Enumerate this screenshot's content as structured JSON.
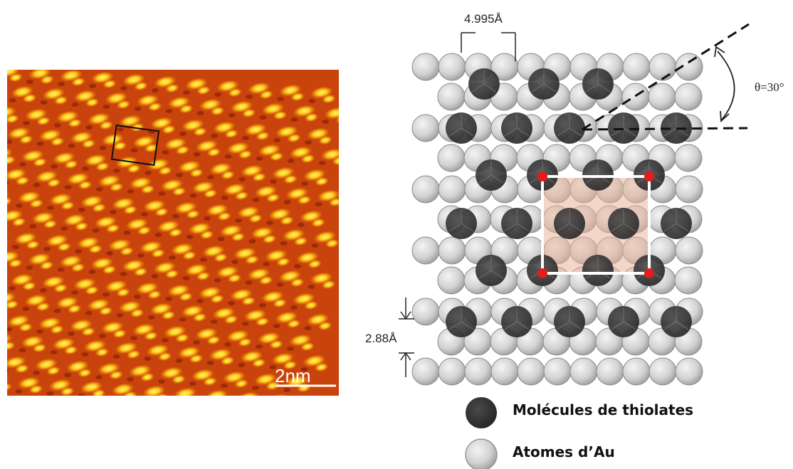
{
  "stm_image": {
    "scale_bar_label": "2nm",
    "colors": {
      "background": "#c4400a",
      "bright": "#ffd21a",
      "mid": "#f08a10",
      "dark": "#6a1400"
    }
  },
  "lattice_diagram": {
    "label_spacing_thiolate": "4.995Å",
    "label_spacing_au": "2.88Å",
    "label_angle": "θ=30°",
    "colors": {
      "au_atom": "#d6d6d6",
      "thiolate": "#3a3a3a",
      "unit_cell_fill": "#e8b49a",
      "unit_cell_corner": "#e51c1c",
      "unit_cell_border": "#ffffff"
    }
  },
  "legend": {
    "items": [
      {
        "label": "Molécules de thiolates",
        "icon": "dark-circle"
      },
      {
        "label": "Atomes d’Au",
        "icon": "light-circle"
      }
    ]
  }
}
